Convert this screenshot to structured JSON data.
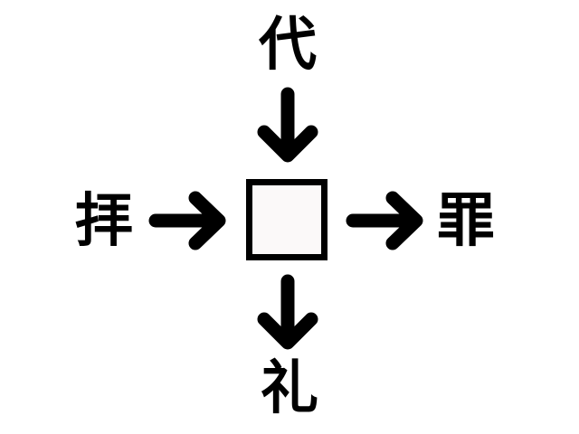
{
  "puzzle": {
    "top": "代",
    "left": "拝",
    "right": "罪",
    "bottom": "礼",
    "answer_placeholder": ""
  },
  "icons": {
    "arrow_top": "arrow-down",
    "arrow_left": "arrow-right",
    "arrow_right": "arrow-right",
    "arrow_bottom": "arrow-down"
  },
  "colors": {
    "ink": "#000000",
    "background": "#ffffff",
    "box_fill": "#fbf9f9"
  }
}
